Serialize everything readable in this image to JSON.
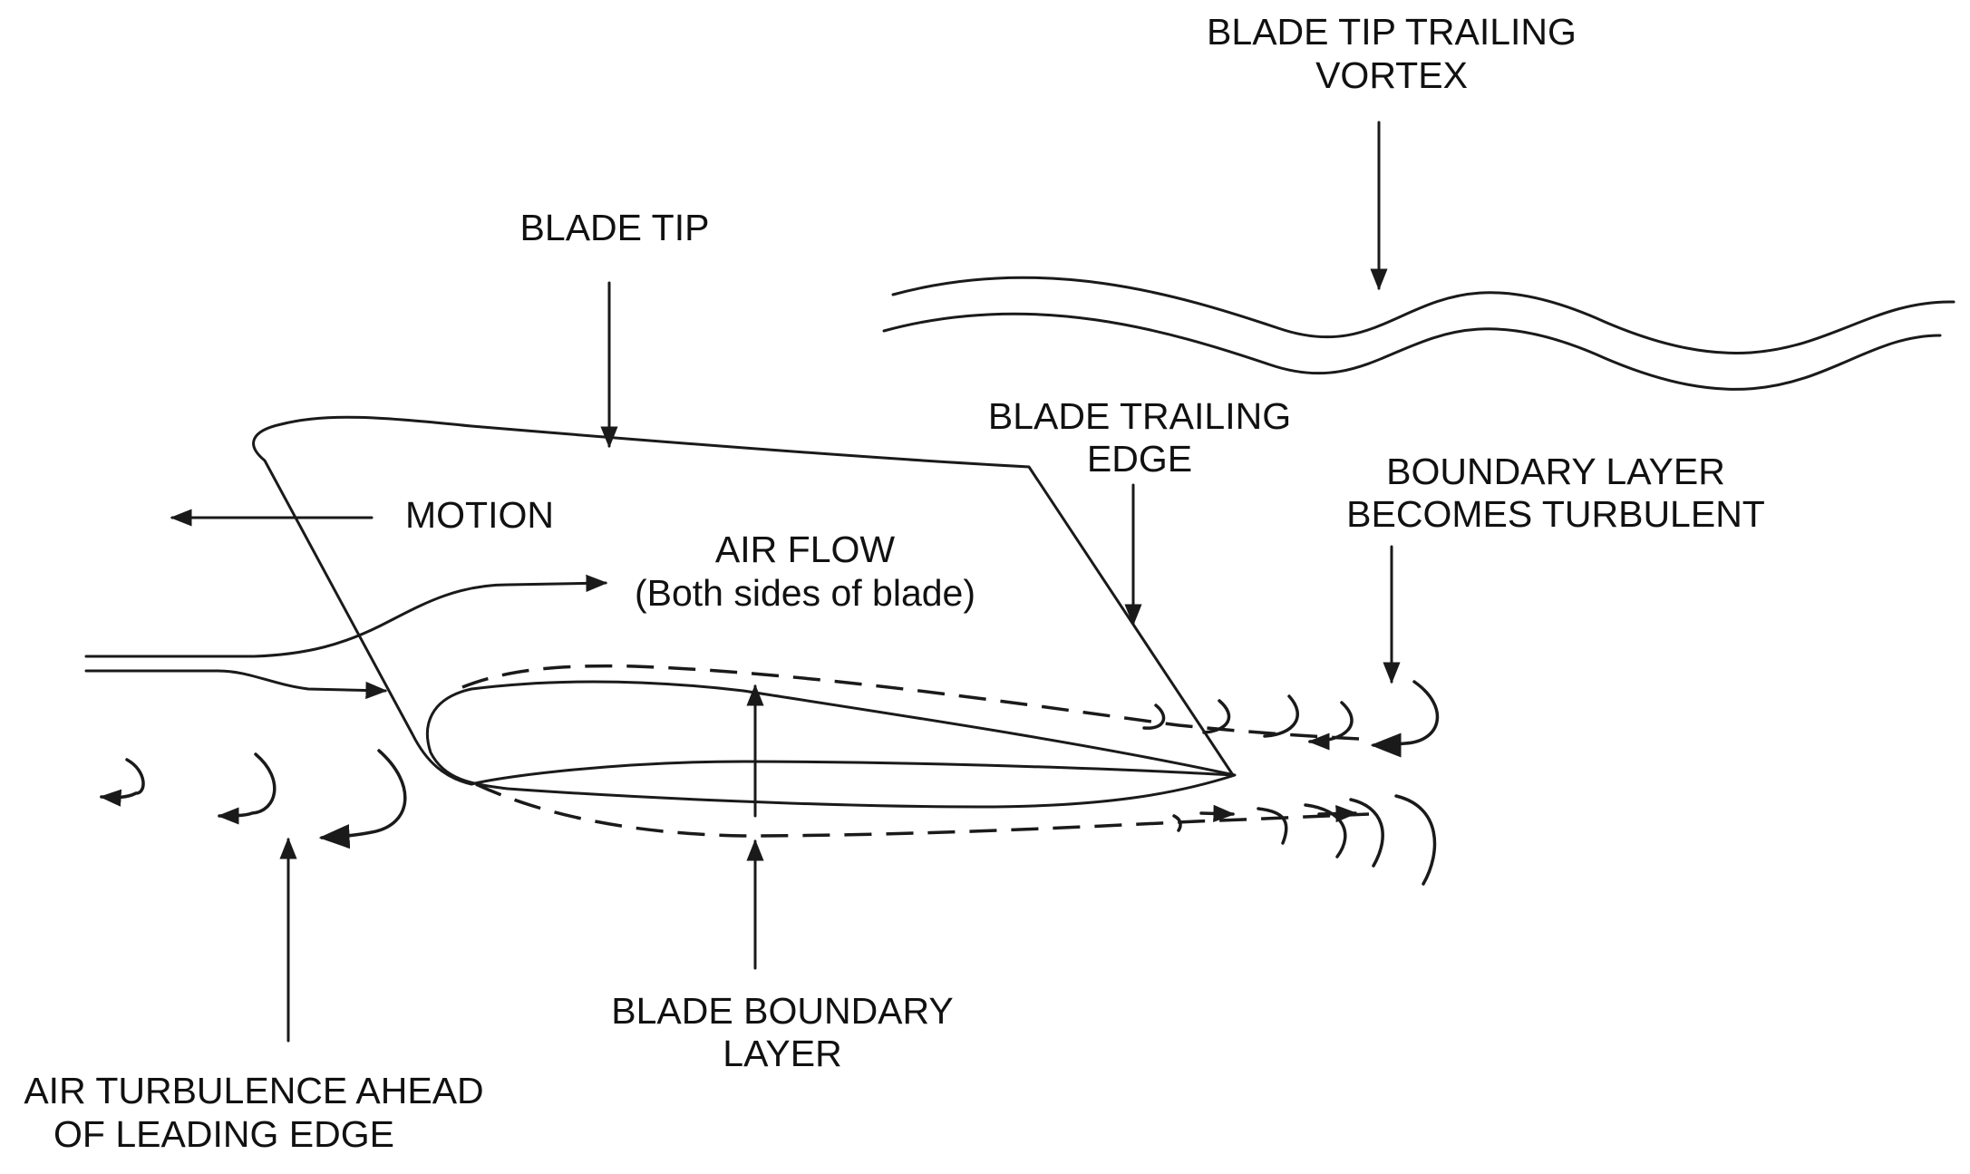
{
  "labels": {
    "vortex_line1": "BLADE TIP TRAILING",
    "vortex_line2": "VORTEX",
    "blade_tip": "BLADE TIP",
    "trailing_edge_line1": "BLADE TRAILING",
    "trailing_edge_line2": "EDGE",
    "turbulent_line1": "BOUNDARY LAYER",
    "turbulent_line2": "BECOMES TURBULENT",
    "motion": "MOTION",
    "air_flow_line1": "AIR FLOW",
    "air_flow_line2": "(Both sides of blade)",
    "boundary_line1": "BLADE BOUNDARY",
    "boundary_line2": "LAYER",
    "leading_line1": "AIR TURBULENCE AHEAD",
    "leading_line2": "OF LEADING EDGE"
  }
}
